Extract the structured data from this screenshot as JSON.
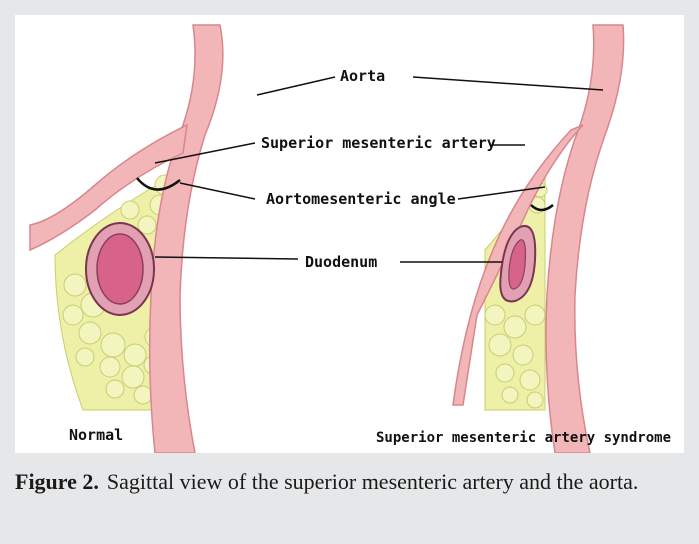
{
  "labels": {
    "aorta": "Aorta",
    "sma": "Superior mesenteric artery",
    "angle": "Aortomesenteric angle",
    "duodenum": "Duodenum",
    "normal": "Normal",
    "syndrome": "Superior mesenteric artery syndrome"
  },
  "caption": {
    "label": "Figure 2.",
    "text": "Sagittal view of the superior mesenteric artery and the aorta."
  },
  "colors": {
    "background": "#e6e7e8",
    "panel": "#ffffff",
    "vessel": "#f2b5b8",
    "vessel_outline": "#d9868d",
    "fat": "#edf0a6",
    "fat_outline": "#c9cf6a",
    "duodenum_wall": "#e2a1b3",
    "duodenum_lumen": "#d7628a"
  }
}
